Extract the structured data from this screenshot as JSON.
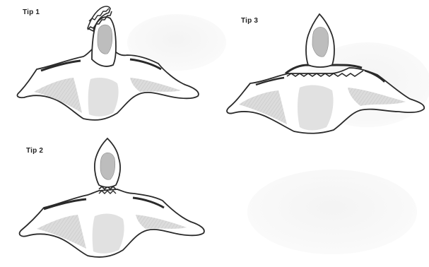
{
  "figures": [
    {
      "label": "Tip 1"
    },
    {
      "label": "Tip 2"
    },
    {
      "label": "Tip 3"
    }
  ],
  "colors": {
    "outline": "#2a2a2a",
    "body_fill": "#ffffff",
    "shade_light": "#dcdcdc",
    "shade_dark": "#b9b9b9",
    "bone_fill": "#bdbdbd",
    "speckle": "#eeeeee"
  }
}
